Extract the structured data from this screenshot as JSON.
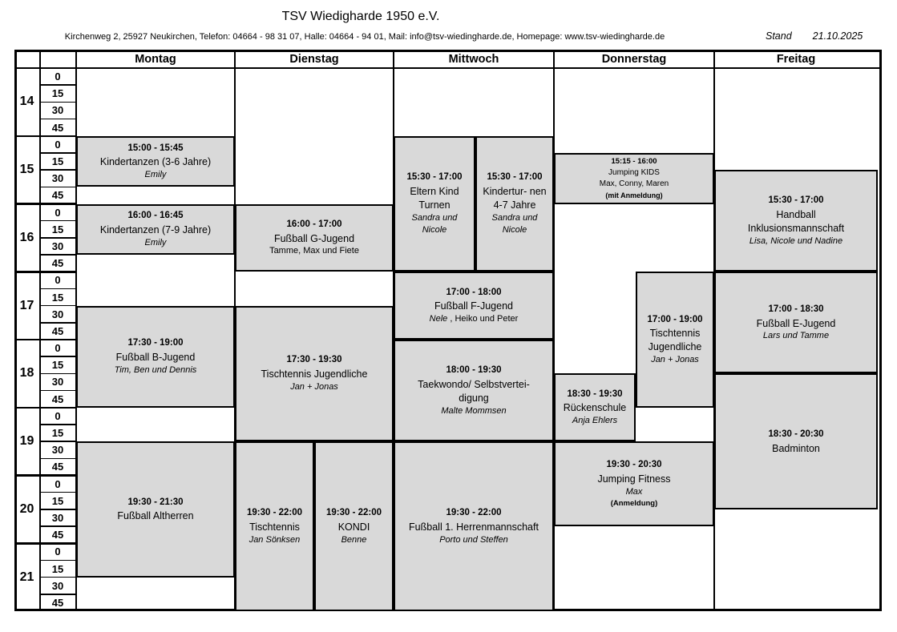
{
  "header": {
    "title": "TSV Wiedigharde 1950 e.V.",
    "address": "Kirchenweg 2, 25927 Neukirchen, Telefon: 04664 - 98 31 07, Halle: 04664 - 94 01, Mail: info@tsv-wiedingharde.de, Homepage: www.tsv-wiedingharde.de",
    "stand_label": "Stand",
    "stand_date": "21.10.2025"
  },
  "schedule": {
    "days": [
      "Montag",
      "Dienstag",
      "Mittwoch",
      "Donnerstag",
      "Freitag"
    ],
    "hours": [
      "14",
      "15",
      "16",
      "17",
      "18",
      "19",
      "20",
      "21"
    ],
    "minutes": [
      "0",
      "15",
      "30",
      "45"
    ],
    "colors": {
      "block_bg": "#d9d9d9",
      "grid_border": "#000000"
    },
    "blocks": [
      {
        "day": "Montag",
        "row_start": 4,
        "row_end": 7,
        "time": "15:00 - 15:45",
        "title": "Kindertanzen (3-6 Jahre)",
        "trainer": "Emily",
        "trainer_italic": true
      },
      {
        "day": "Montag",
        "row_start": 8,
        "row_end": 11,
        "time": "16:00 - 16:45",
        "title": "Kindertanzen (7-9 Jahre)",
        "trainer": "Emily",
        "trainer_italic": true
      },
      {
        "day": "Montag",
        "row_start": 14,
        "row_end": 20,
        "time": "17:30 - 19:00",
        "title": "Fußball B-Jugend",
        "trainer": "Tim, Ben und Dennis",
        "trainer_italic": true
      },
      {
        "day": "Montag",
        "row_start": 22,
        "row_end": 30,
        "time": "19:30 - 21:30",
        "title": "Fußball Altherren"
      },
      {
        "day": "Dienstag",
        "row_start": 8,
        "row_end": 12,
        "time": "16:00 - 17:00",
        "title": "Fußball G-Jugend",
        "trainer": "Tamme, Max und Fiete",
        "trainer_italic": false
      },
      {
        "day": "Dienstag",
        "row_start": 14,
        "row_end": 22,
        "time": "17:30 - 19:30",
        "title": "Tischtennis Jugendliche",
        "trainer": "Jan + Jonas",
        "trainer_italic": true
      },
      {
        "day": "Dienstag",
        "row_start": 22,
        "row_end": 32,
        "frac_start": 0,
        "frac_end": 0.5,
        "time": "19:30 - 22:00",
        "title": "Tischtennis",
        "trainer": "Jan Sönksen",
        "trainer_italic": true
      },
      {
        "day": "Dienstag",
        "row_start": 22,
        "row_end": 32,
        "frac_start": 0.5,
        "frac_end": 1,
        "time": "19:30 - 22:00",
        "title": "KONDI",
        "trainer": "Benne",
        "trainer_italic": true
      },
      {
        "day": "Mittwoch",
        "row_start": 4,
        "row_end": 12,
        "frac_start": 0,
        "frac_end": 0.51,
        "time": "15:30 - 17:00",
        "title": "Eltern Kind\nTurnen",
        "trainer": "Sandra und\nNicole",
        "trainer_italic": true
      },
      {
        "day": "Mittwoch",
        "row_start": 4,
        "row_end": 12,
        "frac_start": 0.51,
        "frac_end": 1,
        "time": "15:30 - 17:00",
        "title": "Kindertur- nen\n4-7 Jahre",
        "trainer": "Sandra und\nNicole",
        "trainer_italic": true
      },
      {
        "day": "Mittwoch",
        "row_start": 12,
        "row_end": 16,
        "time": "17:00 - 18:00",
        "title": "Fußball F-Jugend",
        "trainer_parts": [
          {
            "text": "Nele ",
            "italic": true
          },
          {
            "text": ", Heiko und Peter",
            "italic": false
          }
        ]
      },
      {
        "day": "Mittwoch",
        "row_start": 16,
        "row_end": 22,
        "time": "18:00 - 19:30",
        "title": "Taekwondo/ Selbstvertei-\ndigung",
        "trainer": "Malte Mommsen",
        "trainer_italic": true
      },
      {
        "day": "Mittwoch",
        "row_start": 22,
        "row_end": 32,
        "time": "19:30 - 22:00",
        "title": "Fußball 1. Herrenmannschaft",
        "trainer": "Porto und  Steffen",
        "trainer_italic": true
      },
      {
        "day": "Donnerstag",
        "row_start": 5,
        "row_end": 8,
        "small": true,
        "time": "15:15 - 16:00",
        "title": "Jumping KIDS",
        "trainer": "Max, Conny, Maren",
        "trainer_italic": false,
        "note": "(mit Anmeldung)"
      },
      {
        "day": "Donnerstag",
        "row_start": 12,
        "row_end": 20,
        "frac_start": 0.51,
        "frac_end": 1,
        "time": "17:00 - 19:00",
        "title": "Tischtennis\nJugendliche",
        "trainer": "Jan + Jonas",
        "trainer_italic": true
      },
      {
        "day": "Donnerstag",
        "row_start": 18,
        "row_end": 22,
        "frac_start": 0,
        "frac_end": 0.51,
        "time": "18:30 - 19:30",
        "title": "Rückenschule",
        "trainer": "Anja Ehlers",
        "trainer_italic": true
      },
      {
        "day": "Donnerstag",
        "row_start": 22,
        "row_end": 27,
        "time": "19:30 - 20:30",
        "title": "Jumping Fitness",
        "trainer": "Max",
        "trainer_italic": true,
        "note": "(Anmeldung)"
      },
      {
        "day": "Freitag",
        "row_start": 6,
        "row_end": 12,
        "time": "15:30 - 17:00",
        "title": "Handball\nInklusionsmannschaft",
        "trainer": "Lisa, Nicole und Nadine",
        "trainer_italic": true
      },
      {
        "day": "Freitag",
        "row_start": 12,
        "row_end": 18,
        "time": "17:00 - 18:30",
        "title": "Fußball E-Jugend",
        "trainer": "Lars und Tamme",
        "trainer_italic": true
      },
      {
        "day": "Freitag",
        "row_start": 18,
        "row_end": 26,
        "time": "18:30 - 20:30",
        "title": "Badminton"
      }
    ]
  }
}
